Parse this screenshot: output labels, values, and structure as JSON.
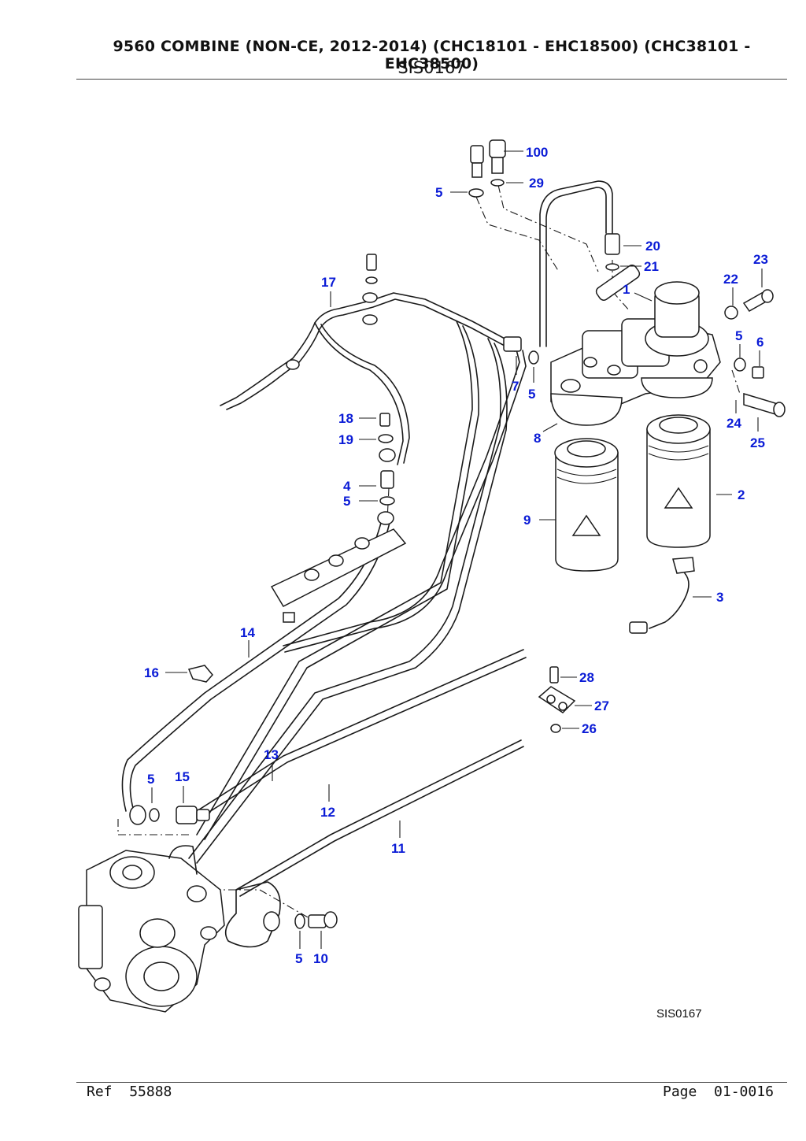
{
  "header": {
    "title": "9560 COMBINE (NON-CE, 2012-2014) (CHC18101 - EHC18500) (CHC38101 - EHC38500)",
    "code": "SIS0167"
  },
  "diagram": {
    "figure_code": "SIS0167",
    "callouts": [
      "100",
      "29",
      "5",
      "20",
      "21",
      "23",
      "22",
      "1",
      "5",
      "6",
      "7",
      "5",
      "24",
      "25",
      "8",
      "2",
      "9",
      "3",
      "17",
      "18",
      "19",
      "4",
      "5",
      "14",
      "16",
      "28",
      "27",
      "26",
      "13",
      "5",
      "15",
      "12",
      "11",
      "5",
      "10"
    ]
  },
  "footer": {
    "ref_label": "Ref",
    "ref_value": "55888",
    "page_label": "Page",
    "page_value": "01-0016"
  }
}
